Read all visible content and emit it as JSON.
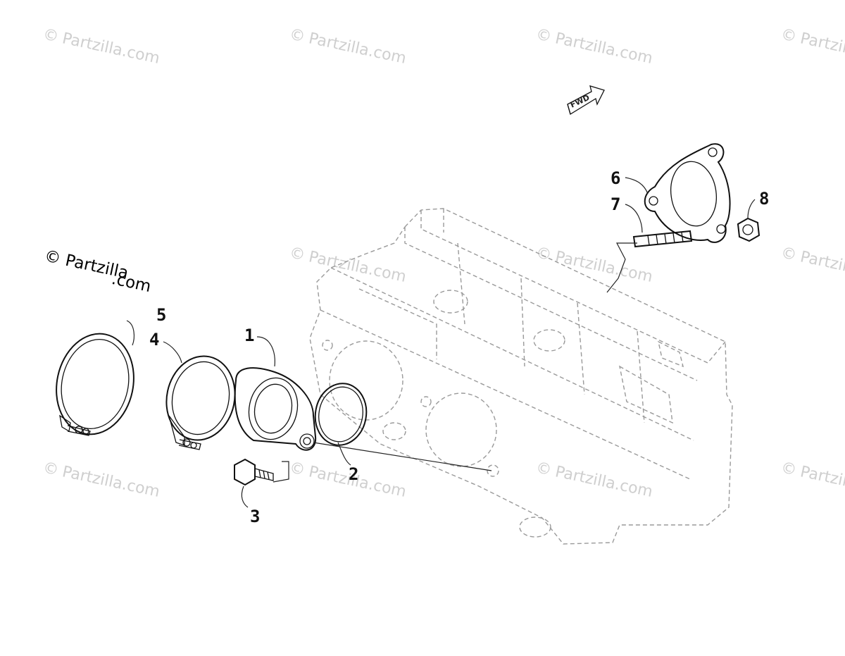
{
  "watermark": {
    "copyright_symbol": "©",
    "text": "Partzilla.com"
  },
  "brand_mark": {
    "line1": "© Partzilla",
    "line2": ".com"
  },
  "forward_marker": {
    "label": "FWD"
  },
  "callouts": [
    {
      "id": "1",
      "label": "1"
    },
    {
      "id": "2",
      "label": "2"
    },
    {
      "id": "3",
      "label": "3"
    },
    {
      "id": "4",
      "label": "4"
    },
    {
      "id": "5",
      "label": "5"
    },
    {
      "id": "6",
      "label": "6"
    },
    {
      "id": "7",
      "label": "7"
    },
    {
      "id": "8",
      "label": "8"
    }
  ],
  "colors": {
    "background": "#ffffff",
    "line_art": "#111111",
    "phantom_engine": "#9a9a9a",
    "watermark": "#cfcfcf"
  }
}
